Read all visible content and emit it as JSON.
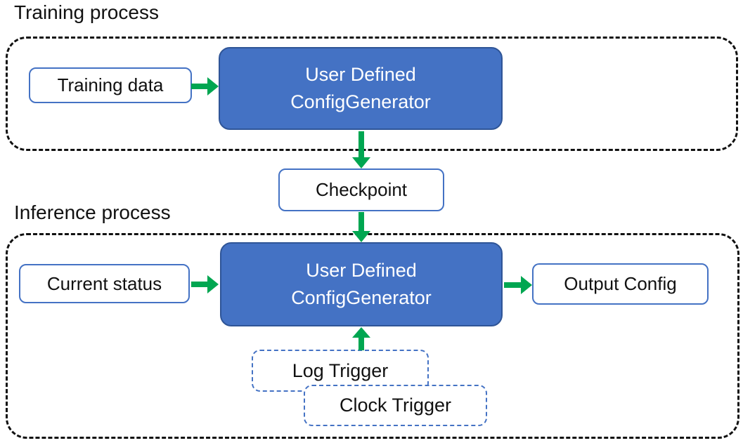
{
  "colors": {
    "generator_fill": "#4472C4",
    "generator_border": "#2F5597",
    "outline_blue": "#4472C4",
    "arrow_green": "#00A651",
    "container_dash": "#111111"
  },
  "training": {
    "label": "Training process",
    "input_box": "Training data",
    "generator": {
      "line1": "User Defined",
      "line2": "ConfigGenerator"
    }
  },
  "checkpoint": {
    "label": "Checkpoint"
  },
  "inference": {
    "label": "Inference process",
    "input_box": "Current status",
    "generator": {
      "line1": "User Defined",
      "line2": "ConfigGenerator"
    },
    "output_box": "Output Config",
    "triggers": [
      "Log Trigger",
      "Clock Trigger"
    ]
  }
}
